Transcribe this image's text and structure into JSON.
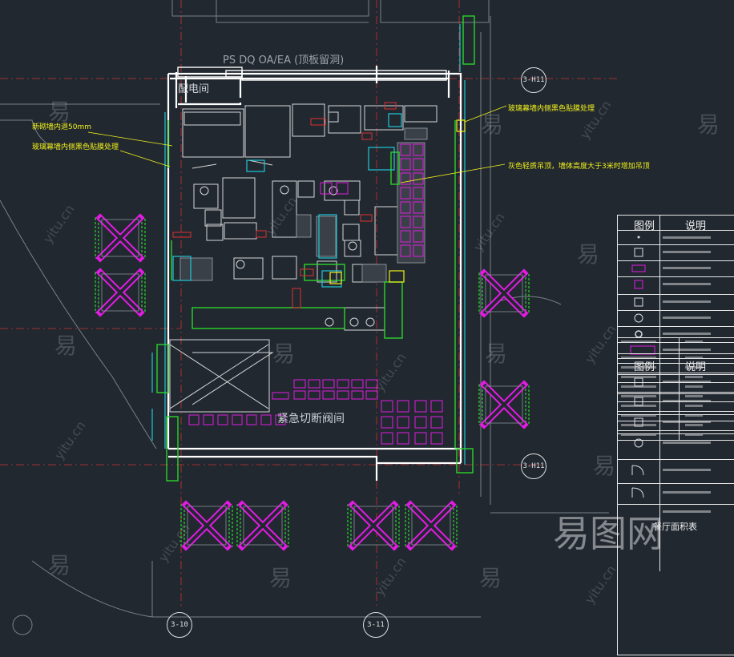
{
  "colors": {
    "background": "#212830",
    "wall": "#ffffff",
    "magenta": "#e21be2",
    "green": "#2bd42b",
    "cyan": "#1fc8d8",
    "yellow": "#f2f21a",
    "red": "#e03030",
    "grey": "#9aa0a8"
  },
  "top_label": "PS DQ OA/EA (顶板留洞)",
  "rooms": {
    "electrical": "配电间",
    "emergency_shutoff": "紧急切断阀间"
  },
  "notes": {
    "glass_black_film_right": "玻璃幕墙内侧黑色贴膜处理",
    "glass_black_film_left": "玻璃幕墙内侧黑色贴膜处理",
    "wall_inner_50": "新砌墙内退50mm",
    "grey_ceiling": "灰色轻质吊顶，墙体高度大于3米时增加吊顶"
  },
  "axis_bubbles": {
    "h11_top": "3-H11",
    "h11_mid": "3-H11",
    "a10": "3-10",
    "a11": "3-11"
  },
  "legend": {
    "header_1": "图例",
    "header_2": "说明",
    "header_3": "图例",
    "header_4": "说明",
    "area_title": "餐厅面积表"
  },
  "watermark": {
    "brand": "易图网",
    "glyph": "易",
    "url": "yitu.cn"
  }
}
